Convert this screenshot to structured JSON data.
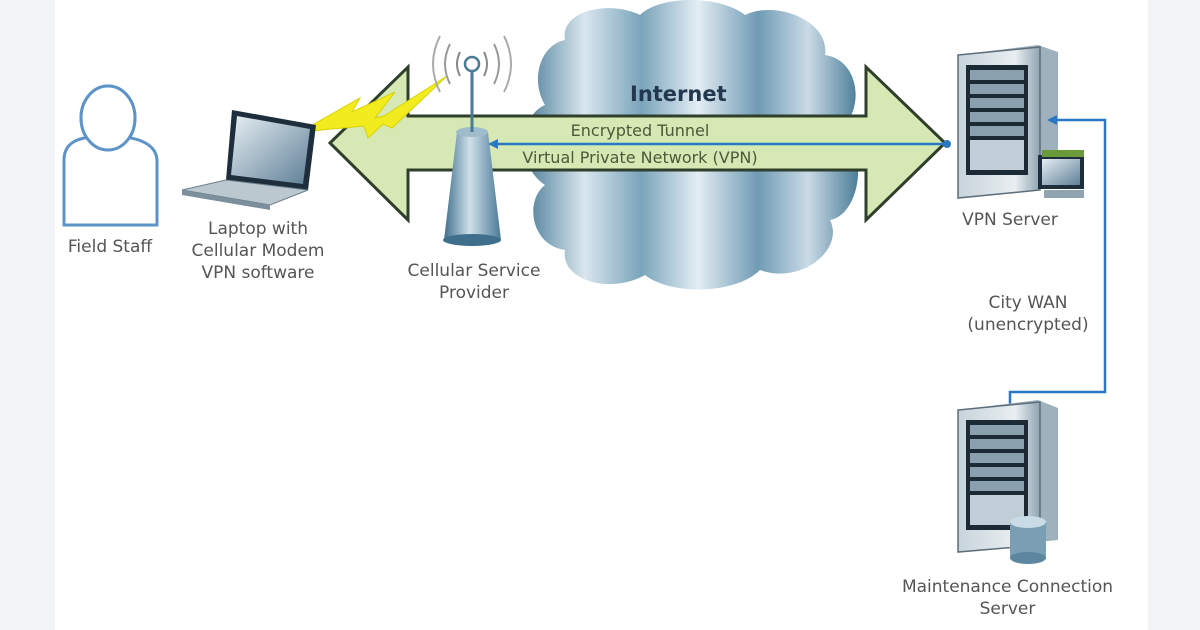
{
  "diagram": {
    "internet_label": "Internet",
    "tunnel_label": "Encrypted Tunnel",
    "vpn_label": "Virtual Private Network (VPN)",
    "nodes": {
      "field_staff": {
        "label": "Field Staff",
        "icon": "person-icon"
      },
      "laptop": {
        "line1": "Laptop with",
        "line2": "Cellular Modem",
        "line3": "VPN software",
        "icon": "laptop-icon"
      },
      "cell_provider": {
        "line1": "Cellular Service",
        "line2": "Provider",
        "icon": "cell-tower-icon"
      },
      "vpn_server": {
        "label": "VPN Server",
        "icon": "server-icon"
      },
      "maintenance_server": {
        "line1": "Maintenance Connection",
        "line2": "Server",
        "icon": "server-icon"
      }
    },
    "wan_link": {
      "line1": "City WAN",
      "line2": "(unencrypted)"
    },
    "colors": {
      "arrow_fill": "#d6e8b4",
      "arrow_stroke": "#2f3f2c",
      "cloud_dark": "#5f8fa8",
      "cloud_light": "#dce9f0",
      "link_blue": "#2a78c2",
      "lightning": "#f2ec1e"
    }
  }
}
